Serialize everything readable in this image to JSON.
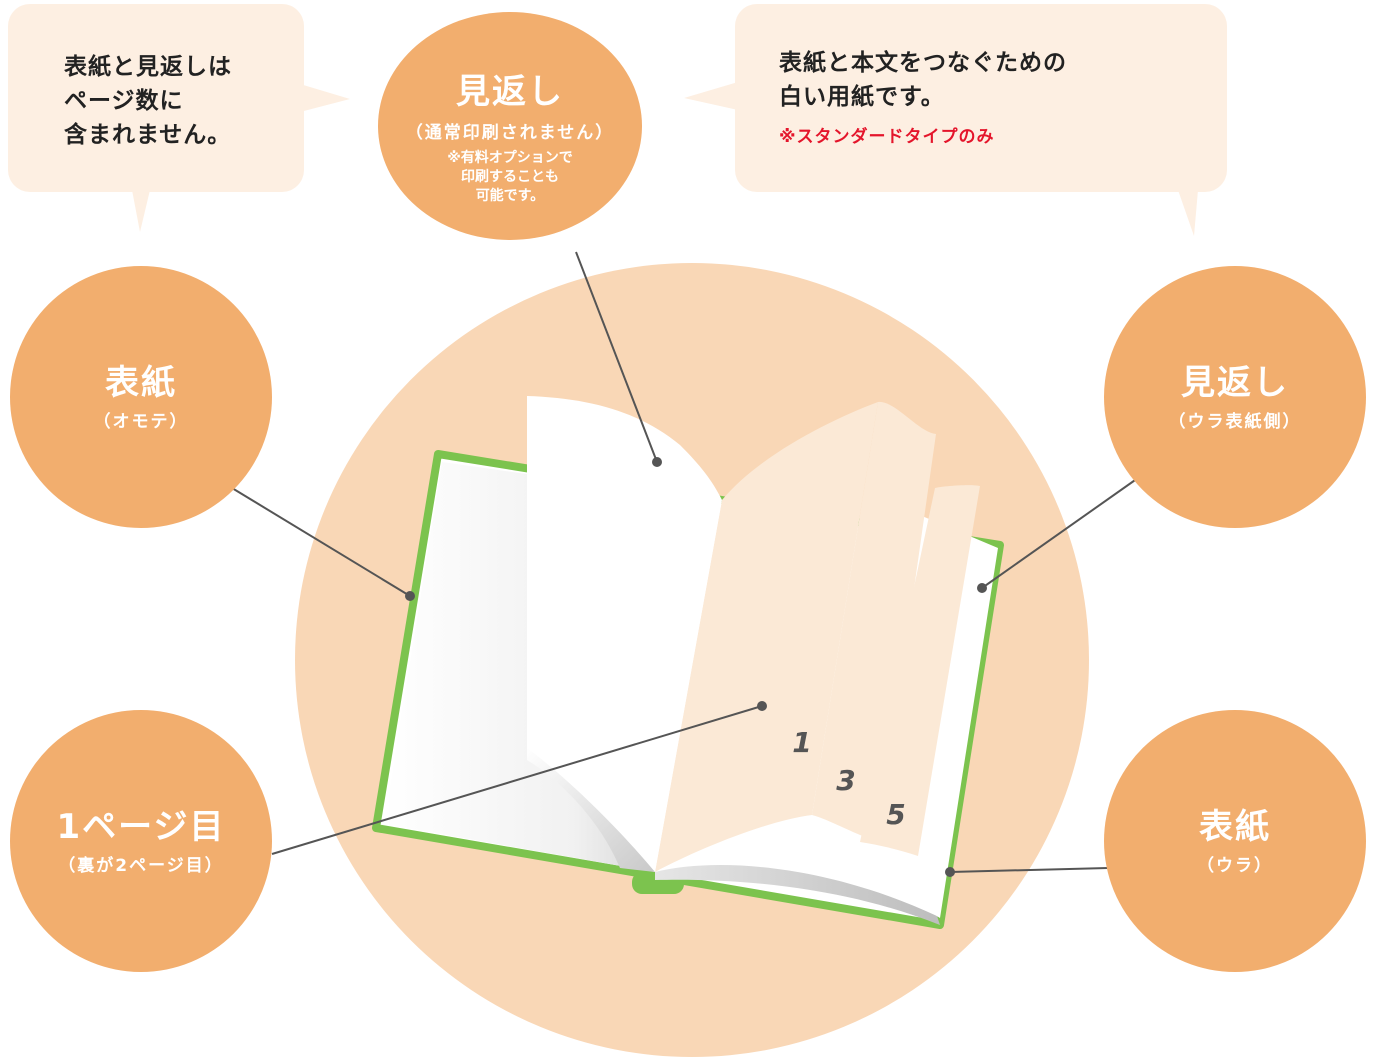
{
  "bubble_left": {
    "text": "表紙と見返しは\nページ数に\n含まれません。"
  },
  "bubble_right": {
    "text": "表紙と本文をつなぐための\n白い用紙です。",
    "note": "※スタンダードタイプのみ"
  },
  "labels": {
    "endpaper_front": {
      "main": "見返し",
      "sub": "（通常印刷されません）",
      "note": "※有料オプションで\n印刷することも\n可能です。"
    },
    "cover_front": {
      "main": "表紙",
      "sub": "（オモテ）"
    },
    "endpaper_back": {
      "main": "見返し",
      "sub": "（ウラ表紙側）"
    },
    "page1": {
      "main": "1ページ目",
      "sub": "（裏が2ページ目）"
    },
    "cover_back": {
      "main": "表紙",
      "sub": "（ウラ）"
    }
  },
  "page_numbers": [
    "1",
    "3",
    "5"
  ],
  "colors": {
    "orange": "#f2ae6e",
    "bg_circle": "#f9d7b6",
    "bubble": "#fdefe2",
    "green": "#7cc34e",
    "page": "#fbe9d6",
    "note_red": "#e4152b"
  }
}
